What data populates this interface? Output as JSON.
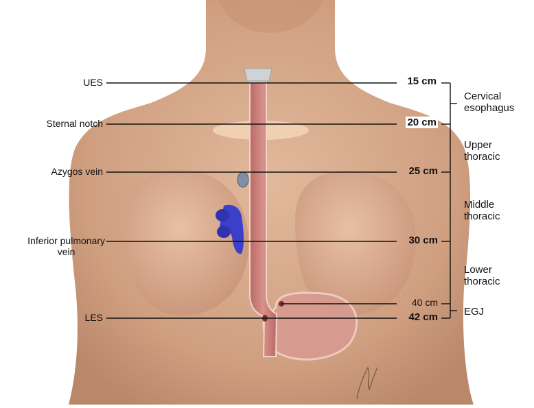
{
  "left_labels": {
    "ues": "UES",
    "sternal_notch": "Sternal notch",
    "azygos_vein": "Azygos vein",
    "inferior_pulmonary_vein_line1": "Inferior pulmonary",
    "inferior_pulmonary_vein_line2": "vein",
    "les": "LES"
  },
  "distances": {
    "d15": "15 cm",
    "d20": "20 cm",
    "d25": "25 cm",
    "d30": "30 cm",
    "d40": "40 cm",
    "d42": "42 cm"
  },
  "segments": {
    "cervical_line1": "Cervical",
    "cervical_line2": "esophagus",
    "upper_line1": "Upper",
    "upper_line2": "thoracic",
    "middle_line1": "Middle",
    "middle_line2": "thoracic",
    "lower_line1": "Lower",
    "lower_line2": "thoracic",
    "egj": "EGJ"
  },
  "colors": {
    "skin": "#d7a98a",
    "esophagus": "#c97d78",
    "vein": "#3b3fc9",
    "line": "#111111"
  }
}
